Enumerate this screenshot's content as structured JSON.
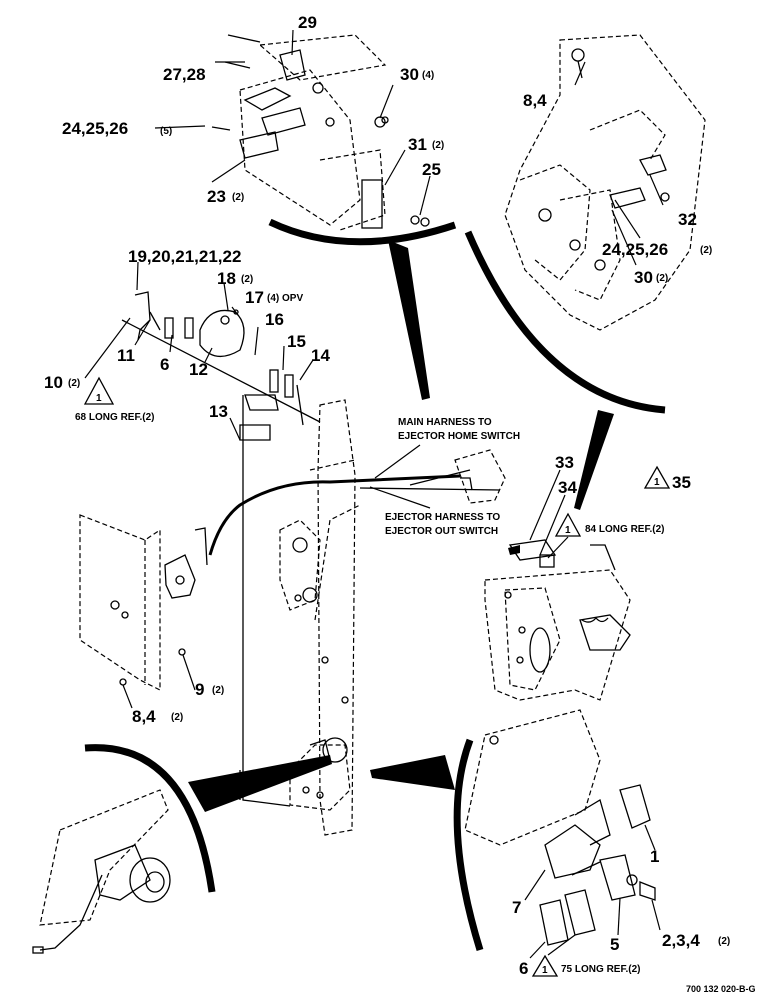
{
  "callouts": {
    "c29": "29",
    "c27_28": "27,28",
    "c30_top": "30",
    "c30_top_qty": "(4)",
    "c24_25_26_top": "24,25,26",
    "c24_25_26_top_qty": "(5)",
    "c31": "31",
    "c31_qty": "(2)",
    "c25": "25",
    "c23": "23",
    "c23_qty": "(2)",
    "c8_4_top": "8,4",
    "c32": "32",
    "c24_25_26_right": "24,25,26",
    "c24_25_26_right_qty": "(2)",
    "c30_right": "30",
    "c30_right_qty": "(2)",
    "c19_22": "19,20,21,21,22",
    "c18": "18",
    "c18_qty": "(2)",
    "c17": "17",
    "c17_qty": "(4) OPV",
    "c16": "16",
    "c15": "15",
    "c14": "14",
    "c11": "11",
    "c10": "10",
    "c10_qty": "(2)",
    "c6_upper": "6",
    "c12": "12",
    "c13": "13",
    "c9": "9",
    "c9_qty": "(2)",
    "c8_4_bottom": "8,4",
    "c8_4_bottom_qty": "(2)",
    "c33": "33",
    "c34": "34",
    "c35": "35",
    "c1": "1",
    "c7": "7",
    "c5": "5",
    "c2_3_4": "2,3,4",
    "c2_3_4_qty": "(2)",
    "c6_lower": "6"
  },
  "notes": {
    "ref68": "68 LONG REF.(2)",
    "ref84": "84 LONG REF.(2)",
    "ref75": "75 LONG REF.(2)",
    "main_harness_1": "MAIN HARNESS TO",
    "main_harness_2": "EJECTOR HOME SWITCH",
    "ejector_harness_1": "EJECTOR HARNESS TO",
    "ejector_harness_2": "EJECTOR OUT SWITCH",
    "note_flag": "1",
    "drawing_number": "700 132 020-B-G"
  }
}
